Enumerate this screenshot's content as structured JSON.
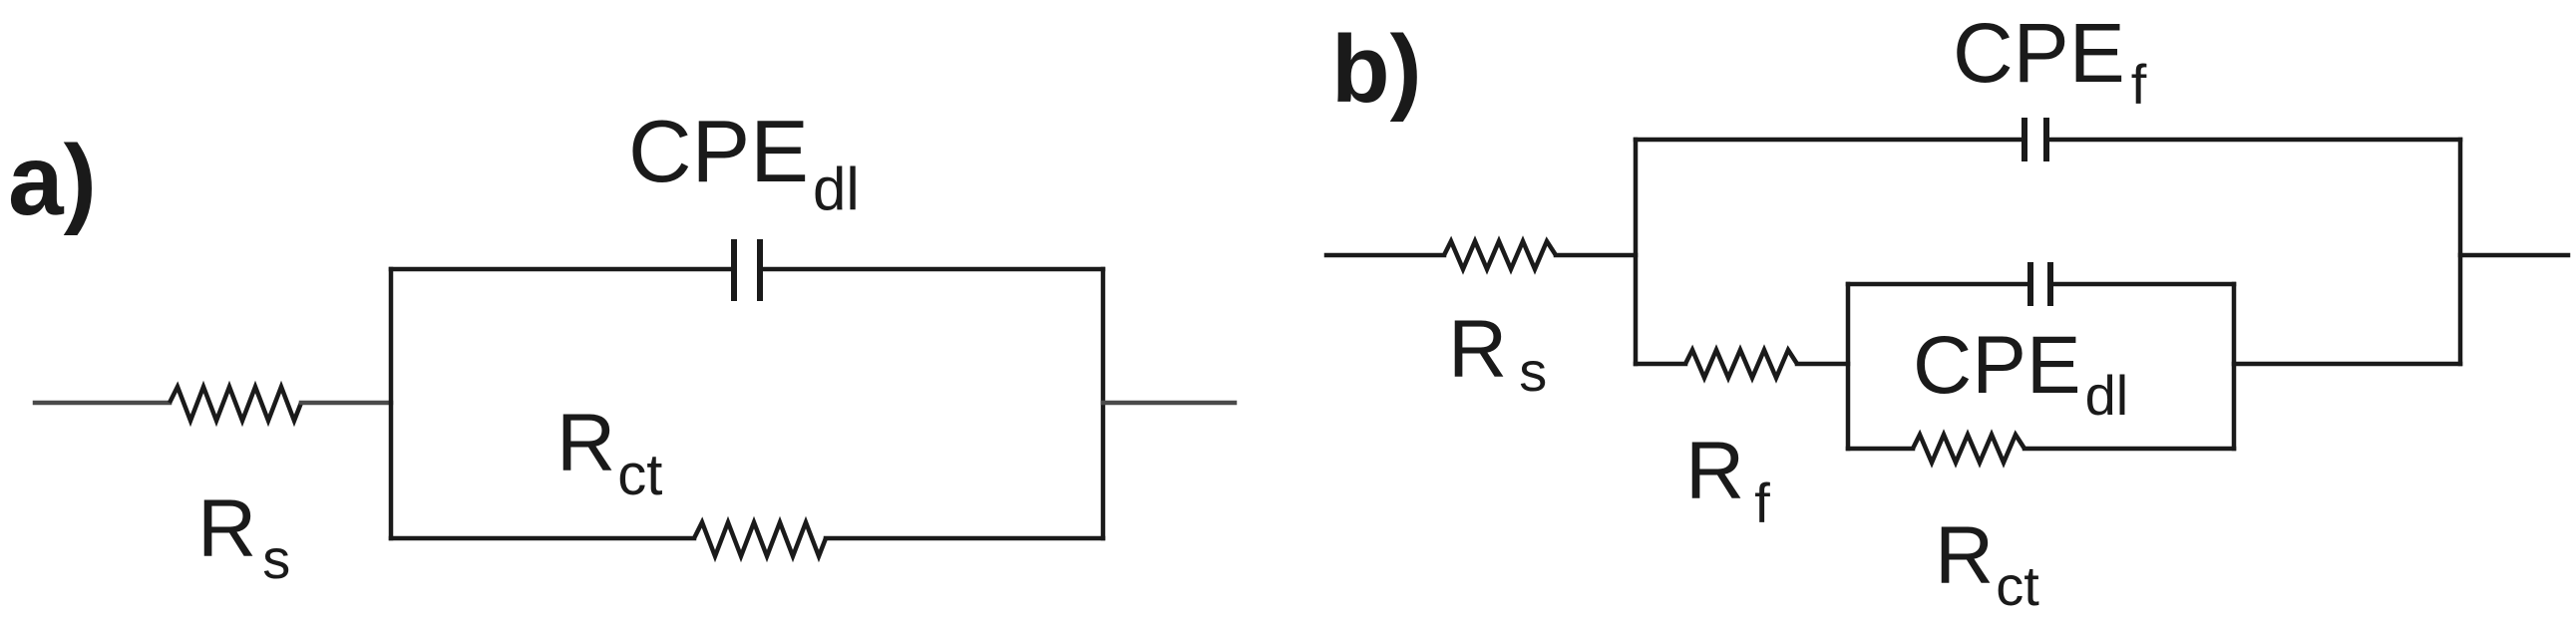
{
  "panels": [
    {
      "id": "a",
      "label": "a)",
      "components": {
        "rs": {
          "main": "R",
          "sub": "s"
        },
        "cpe_dl": {
          "main": "CPE",
          "sub": "dl"
        },
        "rct": {
          "main": "R",
          "sub": "ct"
        }
      }
    },
    {
      "id": "b",
      "label": "b)",
      "components": {
        "cpe_f": {
          "main": "CPE",
          "sub": "f"
        },
        "rs": {
          "main": "R",
          "sub": "s"
        },
        "rf": {
          "main": "R",
          "sub": "f"
        },
        "cpe_dl": {
          "main": "CPE",
          "sub": "dl"
        },
        "rct": {
          "main": "R",
          "sub": "ct"
        }
      }
    }
  ]
}
